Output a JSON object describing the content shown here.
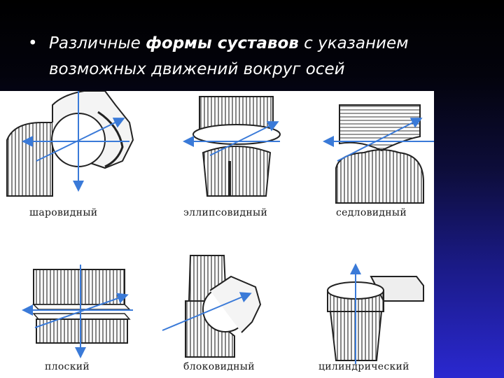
{
  "slide": {
    "bullet": "•",
    "title_prefix": "Различные ",
    "title_bold": "формы суставов",
    "title_suffix": " с указанием",
    "title_line2": "возможных движений вокруг осей"
  },
  "joints": [
    {
      "id": "ball",
      "label": "шаровидный"
    },
    {
      "id": "ellipsoid",
      "label": "эллипсовидный"
    },
    {
      "id": "saddle",
      "label": "седловидный"
    },
    {
      "id": "plane",
      "label": "плоский"
    },
    {
      "id": "hinge",
      "label": "блоковидный"
    },
    {
      "id": "cylindrical",
      "label": "цилиндрический"
    }
  ],
  "colors": {
    "axis_arrow": "#3a7ad8",
    "drawing_ink": "#222222",
    "panel_bg": "#ffffff"
  }
}
